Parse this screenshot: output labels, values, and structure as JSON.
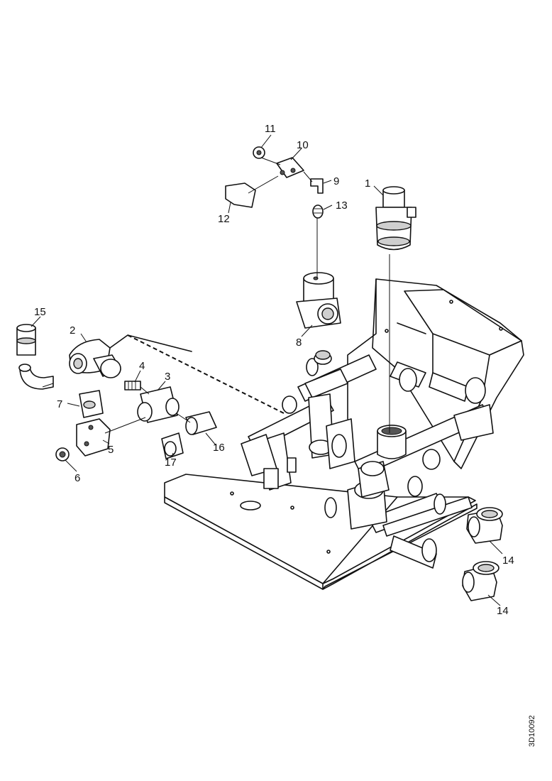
{
  "diagram": {
    "callouts": [
      {
        "id": "c1",
        "text": "1"
      },
      {
        "id": "c2",
        "text": "2"
      },
      {
        "id": "c3",
        "text": "3"
      },
      {
        "id": "c4",
        "text": "4"
      },
      {
        "id": "c5",
        "text": "5"
      },
      {
        "id": "c6",
        "text": "6"
      },
      {
        "id": "c7",
        "text": "7"
      },
      {
        "id": "c8",
        "text": "8"
      },
      {
        "id": "c9",
        "text": "9"
      },
      {
        "id": "c10",
        "text": "10"
      },
      {
        "id": "c11",
        "text": "11"
      },
      {
        "id": "c12",
        "text": "12"
      },
      {
        "id": "c13",
        "text": "13"
      },
      {
        "id": "c14a",
        "text": "14"
      },
      {
        "id": "c14b",
        "text": "14"
      },
      {
        "id": "c15",
        "text": "15"
      },
      {
        "id": "c16",
        "text": "16"
      },
      {
        "id": "c17",
        "text": "17"
      }
    ],
    "drawing_number": "3D10092"
  }
}
